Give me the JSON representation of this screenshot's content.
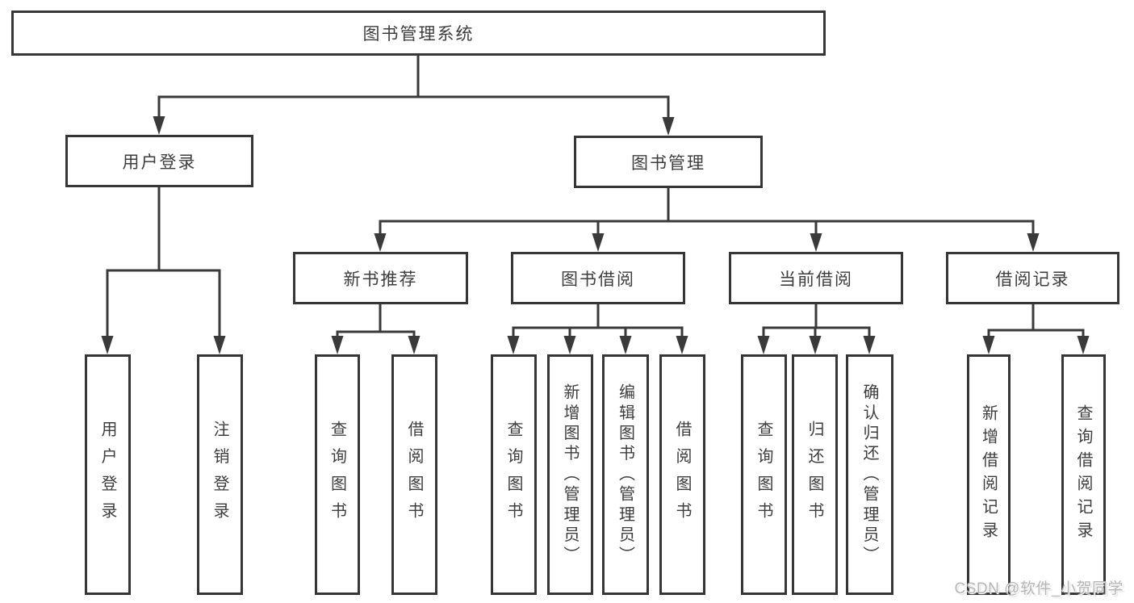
{
  "diagram": {
    "type": "hierarchy-tree",
    "background": "#ffffff",
    "line_color": "#3a3a3a",
    "text_color": "#3d3d3d",
    "watermark": {
      "text": "CSDN @软件_小贺同学",
      "color": "#b5b5b5"
    }
  },
  "nodes": {
    "root": {
      "label": "图书管理系统"
    },
    "user_login": {
      "label": "用户登录"
    },
    "book_mgmt": {
      "label": "图书管理"
    },
    "new_book_rec": {
      "label": "新书推荐"
    },
    "book_borrow": {
      "label": "图书借阅"
    },
    "current_borrow": {
      "label": "当前借阅"
    },
    "borrow_records": {
      "label": "借阅记录"
    },
    "ul_login": {
      "label": "用户登录"
    },
    "ul_logout": {
      "label": "注销登录"
    },
    "nb_query": {
      "label": "查询图书"
    },
    "nb_borrow": {
      "label": "借阅图书"
    },
    "bb_query": {
      "label": "查询图书"
    },
    "bb_add": {
      "label": "新增图书（管理员）"
    },
    "bb_edit": {
      "label": "编辑图书（管理员）"
    },
    "bb_borrow": {
      "label": "借阅图书"
    },
    "cb_query": {
      "label": "查询图书"
    },
    "cb_return": {
      "label": "归还图书"
    },
    "cb_confirm": {
      "label": "确认归还（管理员）"
    },
    "br_add": {
      "label": "新增借阅记录"
    },
    "br_query": {
      "label": "查询借阅记录"
    }
  },
  "hierarchy": {
    "root": {
      "user_login": [
        "ul_login",
        "ul_logout"
      ],
      "book_mgmt": {
        "new_book_rec": [
          "nb_query",
          "nb_borrow"
        ],
        "book_borrow": [
          "bb_query",
          "bb_add",
          "bb_edit",
          "bb_borrow"
        ],
        "current_borrow": [
          "cb_query",
          "cb_return",
          "cb_confirm"
        ],
        "borrow_records": [
          "br_add",
          "br_query"
        ]
      }
    }
  }
}
